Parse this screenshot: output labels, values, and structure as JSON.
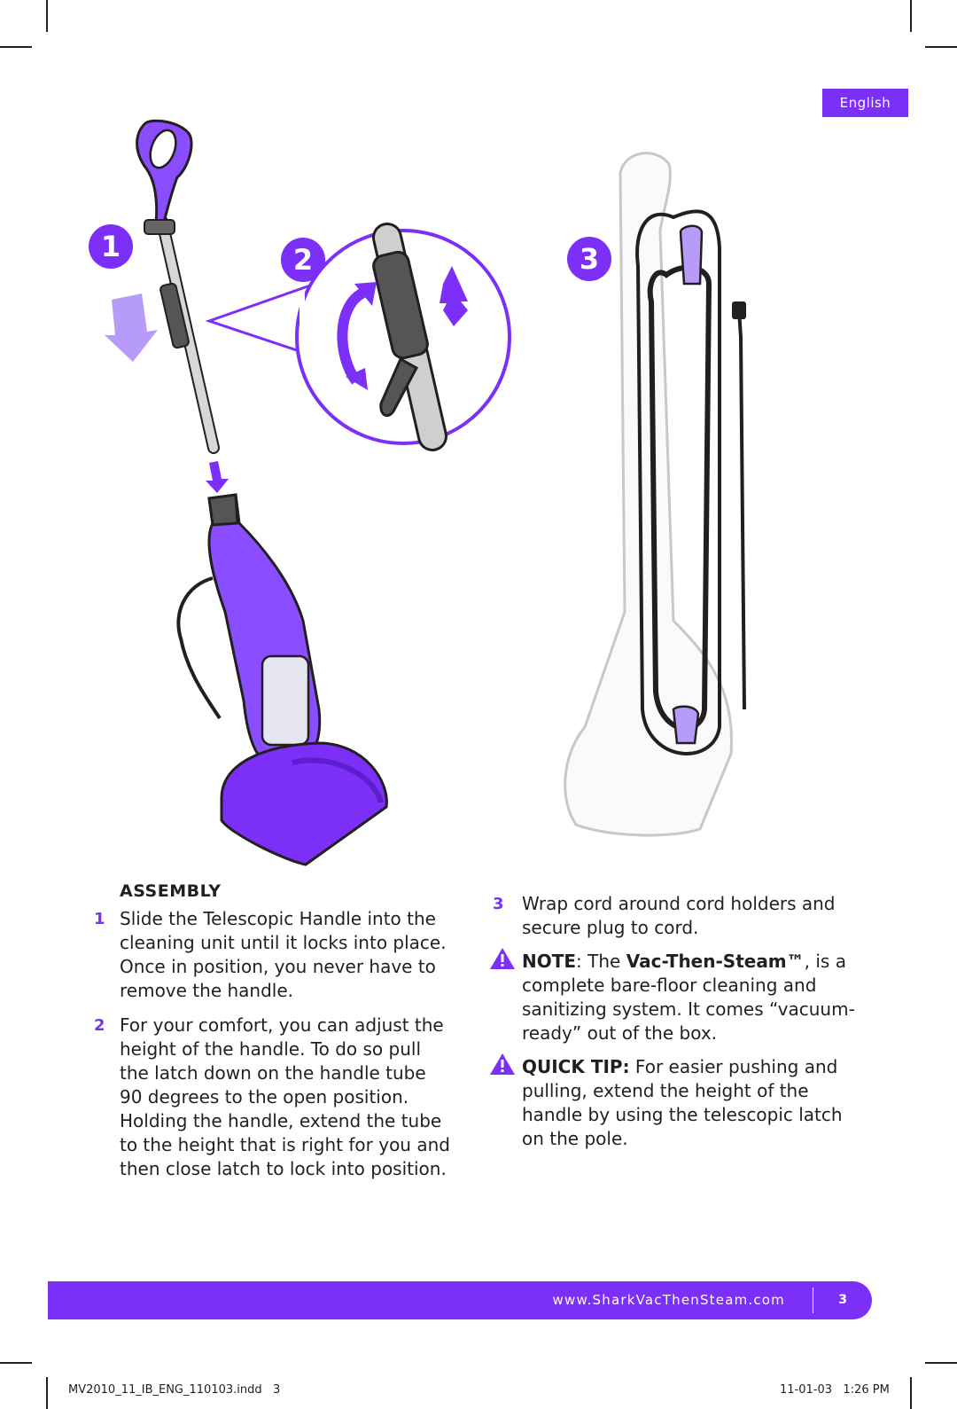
{
  "language_tab": "English",
  "step_badges": [
    "1",
    "2",
    "3"
  ],
  "left_column": {
    "heading": "ASSEMBLY",
    "items": [
      {
        "number": "1",
        "lines": [
          "Slide the Telescopic Handle into the",
          "cleaning unit until it locks into place.",
          "Once in position, you never have to",
          "remove the handle."
        ]
      },
      {
        "number": "2",
        "lines": [
          "For your comfort, you can adjust the",
          "height of the handle. To do so pull",
          "the latch down on the handle tube",
          "90 degrees to the open position.",
          "Holding the handle, extend the tube",
          "to the height that is right for you and",
          "then close latch to lock into position."
        ]
      }
    ]
  },
  "right_column": {
    "item3": {
      "number": "3",
      "lines": [
        "Wrap cord around cord holders and",
        "secure plug to cord."
      ]
    },
    "note": {
      "label": "NOTE",
      "pre": ": The ",
      "product": "Vac-Then-Steam™",
      "post": ", is a",
      "lines": [
        "complete bare-floor cleaning and",
        "sanitizing system. It comes “vacuum-",
        "ready” out of the box."
      ]
    },
    "tip": {
      "label": "QUICK TIP:",
      "first_line_rest": " For easier pushing and",
      "lines": [
        "pulling, extend the height of the",
        "handle by using the telescopic latch",
        "on the pole."
      ]
    }
  },
  "footer": {
    "url": "www.SharkVacThenSteam.com",
    "page": "3"
  },
  "slug": {
    "file": "MV2010_11_IB_ENG_110103.indd   3",
    "date": "11-01-03   1:26 PM"
  },
  "colors": {
    "accent": "#7b2ff7",
    "light_accent": "#b79bf9",
    "text": "#231f20"
  }
}
